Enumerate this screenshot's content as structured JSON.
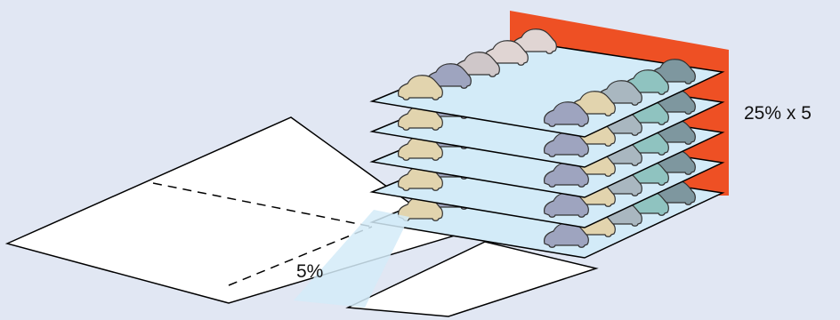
{
  "labels": {
    "ground_share": "5%",
    "deck_share": "25% x 5"
  },
  "colors": {
    "background": "#e1e7f3",
    "deck_fill": "#d3ebf8",
    "wall": "#ee5024",
    "ground_lot": "#ffffff",
    "outline": "#000000",
    "car_palette": [
      "#e2d4ae",
      "#9ea4bf",
      "#cfc7c9",
      "#e0d5d3",
      "#a9b7c0",
      "#8fc3c0",
      "#7e979f"
    ]
  },
  "diagram": {
    "deck_count": 5,
    "cars_per_row": 5
  }
}
